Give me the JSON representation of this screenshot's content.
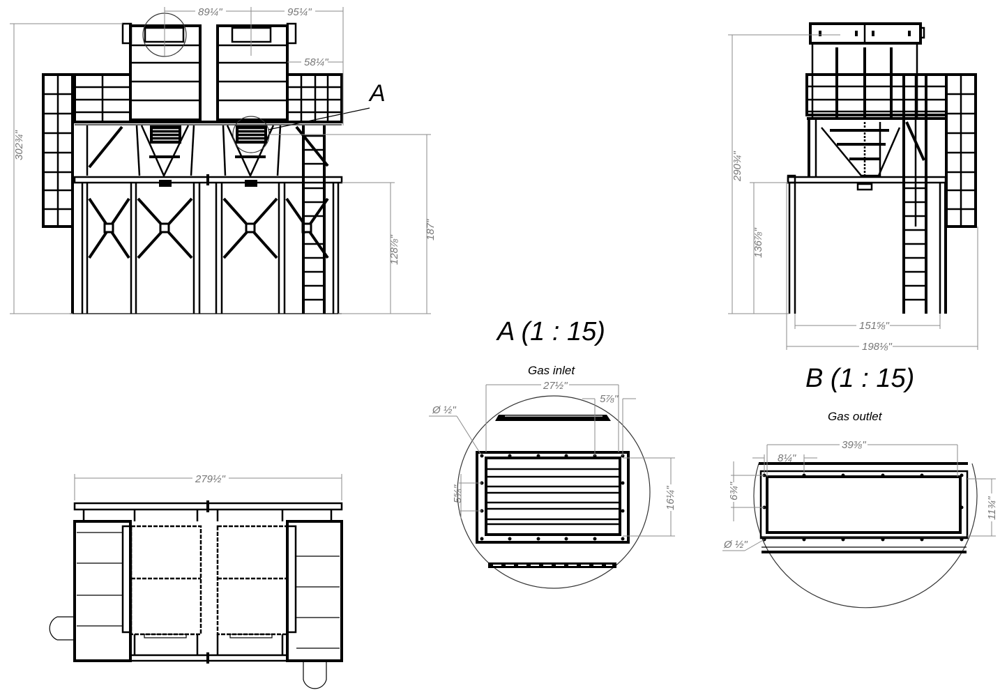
{
  "drawing": {
    "views": {
      "front": {
        "dims": {
          "top_left": "89¼\"",
          "top_right": "95¼\"",
          "right_offset": "58¼\"",
          "overall_height": "302¾\"",
          "platform_height": "128⅞\"",
          "inlet_height": "187\""
        },
        "callout": "A"
      },
      "side": {
        "dims": {
          "overall_height": "290¾\"",
          "platform_height": "136⅞\"",
          "leg_span": "151⅝\"",
          "overall_width": "198⅛\""
        }
      },
      "plan": {
        "dims": {
          "overall_length": "279½\""
        }
      }
    },
    "details": {
      "a": {
        "title": "A (1 : 15)",
        "subtitle": "Gas inlet",
        "dims": {
          "width": "27½\"",
          "bolt_pitch": "5⅞\"",
          "hole_dia": "Ø ½\"",
          "vertical_pitch": "5⅝\"",
          "height": "16¼\""
        }
      },
      "b": {
        "title": "B (1 : 15)",
        "subtitle": "Gas outlet",
        "dims": {
          "width": "39⅜\"",
          "bolt_pitch": "8¼\"",
          "vertical_pitch": "6¾\"",
          "height": "11¾\"",
          "hole_dia": "Ø ½\""
        }
      }
    },
    "colors": {
      "line": "#000000",
      "dimension": "#8a8a8a",
      "dimension_text": "#777777",
      "background": "#ffffff"
    }
  }
}
